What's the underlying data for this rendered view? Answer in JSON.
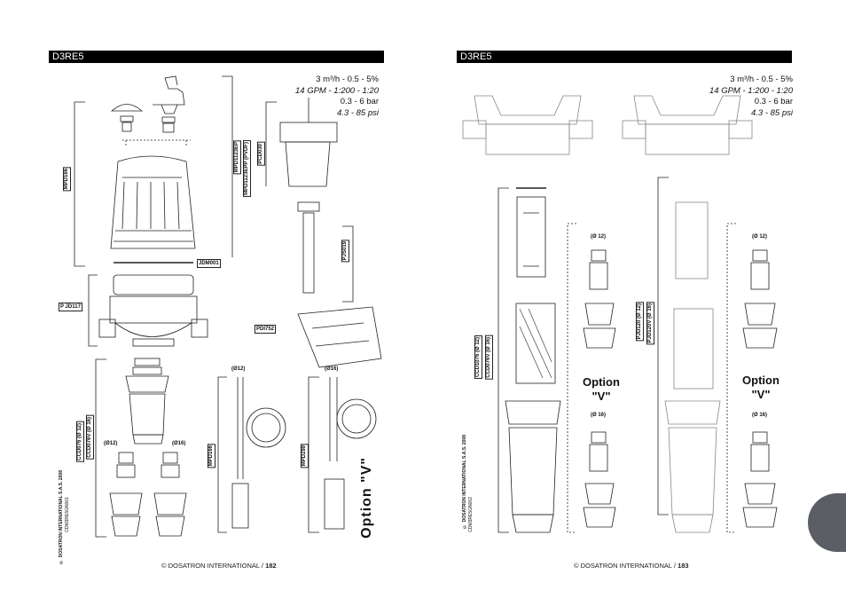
{
  "left": {
    "header": "D3RE5",
    "spec": {
      "line1": "3 m³/h  -  0.5  -  5%",
      "line2": "14 GPM - 1:200 - 1:20",
      "line3": "0.3  -  6 bar",
      "line4": "4.3 - 85 psi"
    },
    "labels": {
      "mpd": "MPD166",
      "jdm": "JDM001",
      "pjd117": "P JD117",
      "kit": "MPD1123EP",
      "kit2": "MPD1123EPP (PVDF)",
      "pcd": "PCD030",
      "pjs": "PJS019",
      "pdi": "PDI752",
      "mpd166b": "MPD166",
      "mpd299": "MPD299",
      "ccd": "CCD076 (Ø 12)",
      "ccd2": "CCD076V (Ø 16)"
    },
    "diameters": {
      "d12a": "(Ø12)",
      "d16a": "(Ø16)",
      "d12b": "(Ø12)",
      "d16b": "(Ø16)"
    },
    "option": "Option \"V\"",
    "copyright": "© DOSATRON INTERNATIONAL S.A.S. 2008",
    "doc_code": "CDM3RE5GN001",
    "footer": {
      "text": "© DOSATRON INTERNATIONAL / ",
      "page": "182"
    }
  },
  "right": {
    "header": "D3RE5",
    "spec": {
      "line1": "3 m³/h  -  0.5  -  5%",
      "line2": "14 GPM - 1:200 - 1:20",
      "line3": "0.3  -  6 bar",
      "line4": "4.3 - 85 psi"
    },
    "labels": {
      "ccd": "CCD1076 (Ø 12)",
      "ccd2": "CCD076V (Ø 16)",
      "pjd": "PJD120 (Ø 12)",
      "pjd2": "PJD120V (Ø 16)"
    },
    "diameters": {
      "d12a": "(Ø 12)",
      "d16a": "(Ø 16)",
      "d12b": "(Ø 12)",
      "d16b": "(Ø 16)"
    },
    "option_a": "Option",
    "option_a2": "\"V\"",
    "option_b": "Option",
    "option_b2": "\"V\"",
    "copyright": "© DOSATRON INTERNATIONAL S.A.S. 2008",
    "doc_code": "CDM3RE5GN002",
    "footer": {
      "text": "© DOSATRON INTERNATIONAL / ",
      "page": "183"
    }
  }
}
